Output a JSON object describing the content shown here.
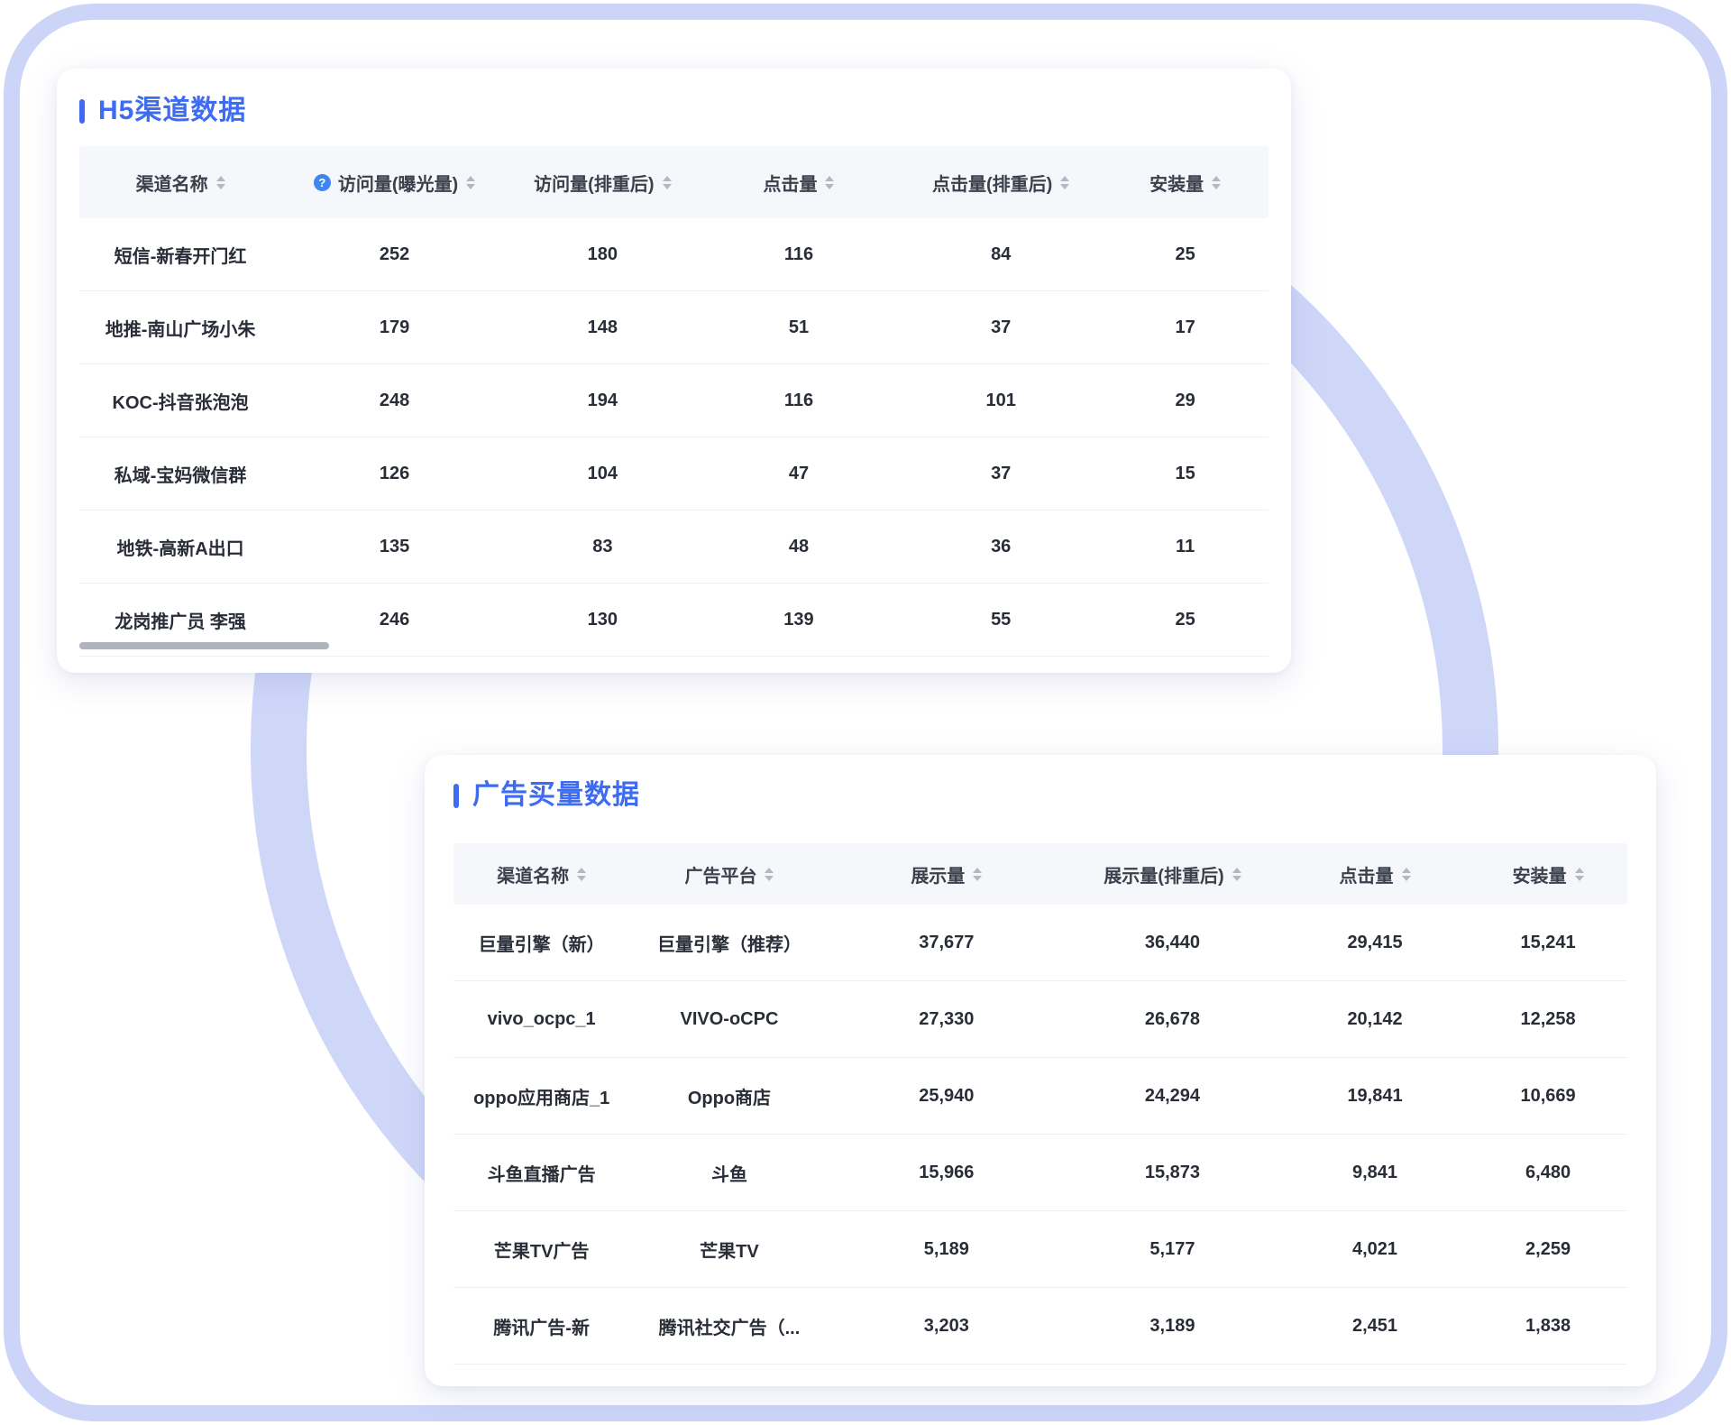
{
  "theme": {
    "accent_blue": "#3D6BF2",
    "help_icon_blue": "#3E87F3",
    "ring_color": "#CFD7F9",
    "frame_border_color": "#CCD4F8",
    "table_header_bg": "#F6F7FA",
    "header_text_color": "#3A404C",
    "cell_text_color": "#282D37",
    "row_divider_color": "#EFF0F5",
    "scrollbar_thumb_color": "#AFB3BB"
  },
  "icons": {
    "help_glyph": "?",
    "sort_icon_name": "caret-up-down"
  },
  "h5_card": {
    "title": "H5渠道数据",
    "columns": [
      {
        "label": "渠道名称",
        "sortable": true
      },
      {
        "label": "访问量(曝光量)",
        "sortable": true,
        "help": true
      },
      {
        "label": "访问量(排重后)",
        "sortable": true
      },
      {
        "label": "点击量",
        "sortable": true
      },
      {
        "label": "点击量(排重后)",
        "sortable": true
      },
      {
        "label": "安装量",
        "sortable": true
      }
    ],
    "rows": [
      [
        "短信-新春开门红",
        "252",
        "180",
        "116",
        "84",
        "25"
      ],
      [
        "地推-南山广场小朱",
        "179",
        "148",
        "51",
        "37",
        "17"
      ],
      [
        "KOC-抖音张泡泡",
        "248",
        "194",
        "116",
        "101",
        "29"
      ],
      [
        "私域-宝妈微信群",
        "126",
        "104",
        "47",
        "37",
        "15"
      ],
      [
        "地铁-高新A出口",
        "135",
        "83",
        "48",
        "36",
        "11"
      ],
      [
        "龙岗推广员 李强",
        "246",
        "130",
        "139",
        "55",
        "25"
      ]
    ]
  },
  "ad_card": {
    "title": "广告买量数据",
    "columns": [
      {
        "label": "渠道名称",
        "sortable": true
      },
      {
        "label": "广告平台",
        "sortable": true
      },
      {
        "label": "展示量",
        "sortable": true
      },
      {
        "label": "展示量(排重后)",
        "sortable": true
      },
      {
        "label": "点击量",
        "sortable": true
      },
      {
        "label": "安装量",
        "sortable": true
      }
    ],
    "rows": [
      [
        "巨量引擎（新）",
        "巨量引擎（推荐）",
        "37,677",
        "36,440",
        "29,415",
        "15,241"
      ],
      [
        "vivo_ocpc_1",
        "VIVO-oCPC",
        "27,330",
        "26,678",
        "20,142",
        "12,258"
      ],
      [
        "oppo应用商店_1",
        "Oppo商店",
        "25,940",
        "24,294",
        "19,841",
        "10,669"
      ],
      [
        "斗鱼直播广告",
        "斗鱼",
        "15,966",
        "15,873",
        "9,841",
        "6,480"
      ],
      [
        "芒果TV广告",
        "芒果TV",
        "5,189",
        "5,177",
        "4,021",
        "2,259"
      ],
      [
        "腾讯广告-新",
        "腾讯社交广告（...",
        "3,203",
        "3,189",
        "2,451",
        "1,838"
      ]
    ]
  }
}
